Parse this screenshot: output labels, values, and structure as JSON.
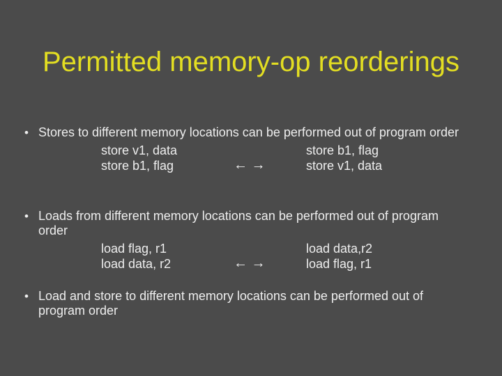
{
  "slide": {
    "title": "Permitted memory-op reorderings",
    "bullet_glyph": "•",
    "colors": {
      "background": "#4b4b4b",
      "title_text": "#e3de22",
      "body_text": "#eeeeee"
    },
    "bullets": [
      {
        "text": "Stores to different memory locations can be performed out of program order",
        "code": {
          "rows": [
            {
              "left": "store v1, data",
              "arrow": "",
              "right": "store b1, flag"
            },
            {
              "left": "store b1, flag",
              "arrow": "← →",
              "right": "store v1, data"
            }
          ]
        }
      },
      {
        "text": "Loads from different memory locations can be performed out of program order",
        "code": {
          "rows": [
            {
              "left": "load flag, r1",
              "arrow": "",
              "right": "load data,r2"
            },
            {
              "left": "load data, r2",
              "arrow": "← →",
              "right": "load flag, r1"
            }
          ]
        }
      },
      {
        "text": "Load and store to different memory locations can be performed out of program order"
      }
    ]
  }
}
